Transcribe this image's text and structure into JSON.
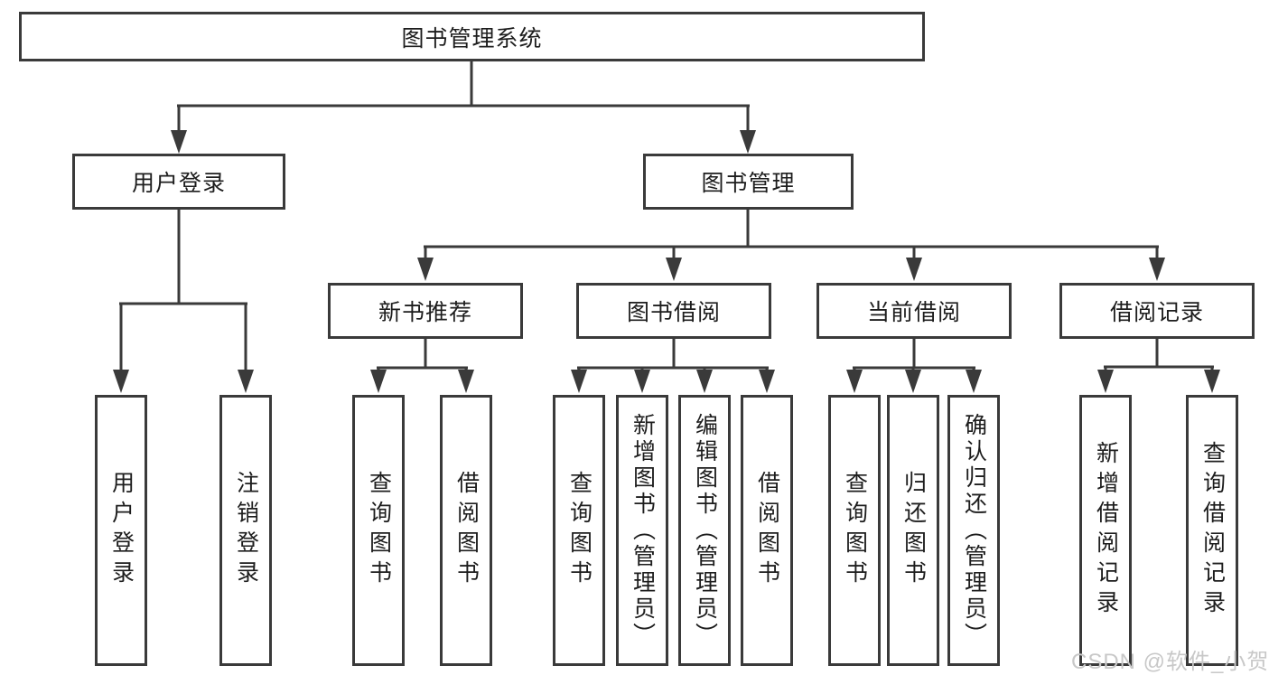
{
  "tree": {
    "root": {
      "label": "图书管理系统",
      "children": [
        {
          "label": "用户登录",
          "children": [
            {
              "label": "用户登录"
            },
            {
              "label": "注销登录"
            }
          ]
        },
        {
          "label": "图书管理",
          "children": [
            {
              "label": "新书推荐",
              "children": [
                {
                  "label": "查询图书"
                },
                {
                  "label": "借阅图书"
                }
              ]
            },
            {
              "label": "图书借阅",
              "children": [
                {
                  "label": "查询图书"
                },
                {
                  "label": "新增图书（管理员）"
                },
                {
                  "label": "编辑图书（管理员）"
                },
                {
                  "label": "借阅图书"
                }
              ]
            },
            {
              "label": "当前借阅",
              "children": [
                {
                  "label": "查询图书"
                },
                {
                  "label": "归还图书"
                },
                {
                  "label": "确认归还（管理员）"
                }
              ]
            },
            {
              "label": "借阅记录",
              "children": [
                {
                  "label": "新增借阅记录"
                },
                {
                  "label": "查询借阅记录"
                }
              ]
            }
          ]
        }
      ]
    }
  },
  "watermark": {
    "text": "CSDN @软件_小贺同学"
  },
  "colors": {
    "border": "#3a3a3a",
    "text": "#1d1d1d",
    "background": "#ffffff",
    "watermark": "#c8c8c8"
  }
}
